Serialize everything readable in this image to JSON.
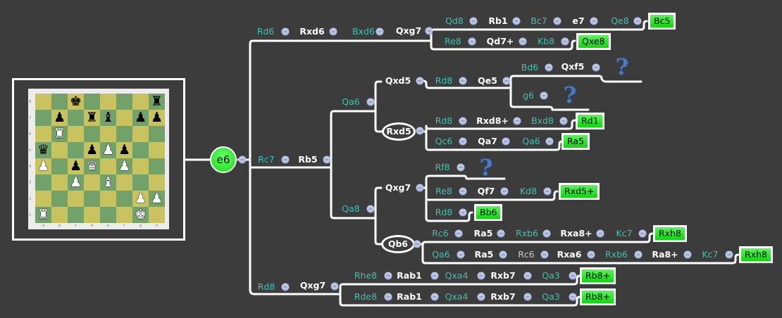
{
  "board": {
    "ranks": [
      "8",
      "7",
      "6",
      "5",
      "4",
      "3",
      "2",
      "1"
    ],
    "files": [
      "a",
      "b",
      "c",
      "d",
      "e",
      "f",
      "g",
      "h"
    ],
    "position": [
      [
        "",
        "",
        "bK",
        "",
        "",
        "",
        "",
        "bR"
      ],
      [
        "",
        "bP",
        "",
        "bR",
        "bB",
        "",
        "bP",
        "bP"
      ],
      [
        "",
        "wR",
        "",
        "",
        "",
        "",
        "",
        ""
      ],
      [
        "bQ",
        "",
        "",
        "bP",
        "wP",
        "bP",
        "",
        ""
      ],
      [
        "wP",
        "",
        "bP",
        "wQ",
        "",
        "wP",
        "",
        ""
      ],
      [
        "",
        "",
        "wP",
        "",
        "wB",
        "",
        "",
        ""
      ],
      [
        "",
        "",
        "",
        "",
        "",
        "",
        "wP",
        "wP"
      ],
      [
        "wR",
        "",
        "",
        "",
        "",
        "",
        "wK",
        ""
      ]
    ],
    "glyphs": {
      "K": "♚",
      "Q": "♛",
      "R": "♜",
      "B": "♝",
      "N": "♞",
      "P": "♟"
    },
    "colors": {
      "light": "#c9c35f",
      "dark": "#72a26a"
    }
  },
  "tree": {
    "root": "e6",
    "collapse_icon": "minus-circle-icon",
    "unknown_icon": "question-mark-icon",
    "colors": {
      "background": "#3c3c3c",
      "white_move": "#ffffff",
      "black_move": "#3fc0b0",
      "leaf": "#22e022"
    },
    "n": {
      "rd6": "Rd6",
      "rxd6": "Rxd6",
      "bxd6": "Bxd6",
      "qxg7a": "Qxg7",
      "qd8": "Qd8",
      "rb1": "Rb1",
      "bc7": "Bc7",
      "e7": "e7",
      "qe8": "Qe8",
      "bc5": "Bc5",
      "re8a": "Re8",
      "qd7": "Qd7+",
      "kb8": "Kb8",
      "qxe8": "Qxe8",
      "rc7": "Rc7",
      "rb5": "Rb5",
      "qa6a": "Qa6",
      "qxd5": "Qxd5",
      "rd8a": "Rd8",
      "qe5": "Qe5",
      "bd6": "Bd6",
      "qxf5": "Qxf5",
      "g6": "g6",
      "rxd5": "Rxd5",
      "rd8b": "Rd8",
      "rxd8": "Rxd8+",
      "bxd8": "Bxd8",
      "rd1": "Rd1",
      "qc6": "Qc6",
      "qa7": "Qa7",
      "qa6b": "Qa6",
      "ra5a": "Ra5",
      "qa8": "Qa8",
      "qxg7b": "Qxg7",
      "rf8": "Rf8",
      "re8b": "Re8",
      "qf7": "Qf7",
      "kd8": "Kd8",
      "rxd5b": "Rxd5+",
      "rd8c": "Rd8",
      "bb6": "Bb6",
      "qb6": "Qb6",
      "rc6a": "Rc6",
      "ra5b": "Ra5",
      "rxb6a": "Rxb6",
      "rxa8": "Rxa8+",
      "kc7a": "Kc7",
      "rxh8a": "Rxh8",
      "qa6c": "Qa6",
      "ra5c": "Ra5",
      "rc6b": "Rc6",
      "rxa6": "Rxa6",
      "rxb6b": "Rxb6",
      "ra8": "Ra8+",
      "kc7b": "Kc7",
      "rxh8b": "Rxh8",
      "rd8d": "Rd8",
      "qxg7c": "Qxg7",
      "rhe8": "Rhe8",
      "rab1a": "Rab1",
      "qxa4a": "Qxa4",
      "rxb7a": "Rxb7",
      "qa3a": "Qa3",
      "rb8a": "Rb8+",
      "rde8": "Rde8",
      "rab1b": "Rab1",
      "qxa4b": "Qxa4",
      "rxb7b": "Rxb7",
      "qa3b": "Qa3",
      "rb8b": "Rb8+"
    }
  }
}
